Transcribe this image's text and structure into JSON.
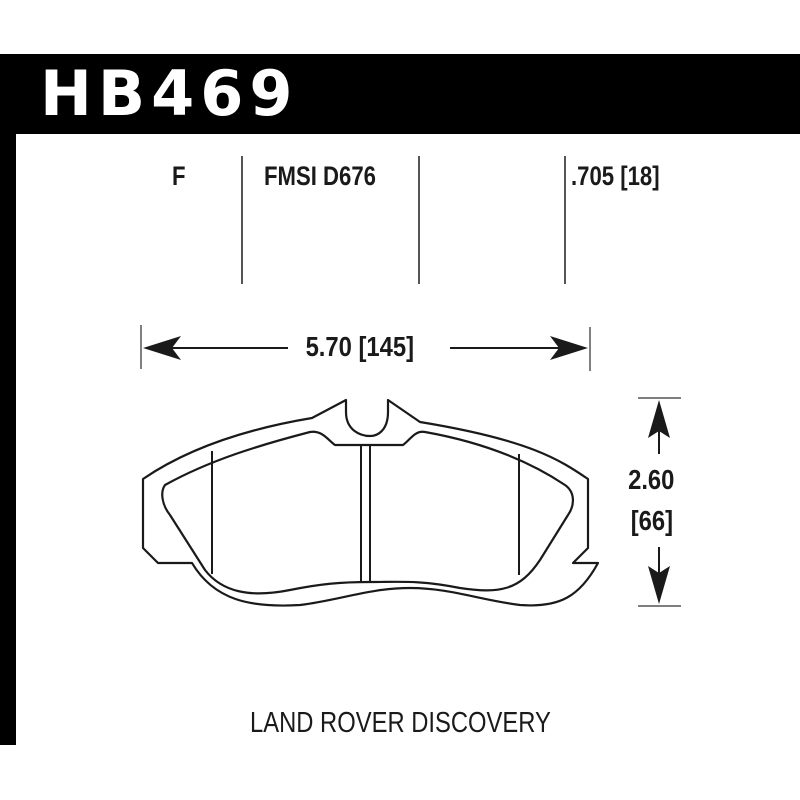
{
  "header": {
    "part_number": "HB469"
  },
  "specs": {
    "position": "F",
    "fmsi": "FMSI D676",
    "thickness": ".705 [18]"
  },
  "dimensions": {
    "width": "5.70 [145]",
    "height_in": "2.60",
    "height_mm": "[66]"
  },
  "vehicle": {
    "name": "LAND ROVER DISCOVERY"
  },
  "colors": {
    "header_bg": "#000000",
    "header_text": "#ffffff",
    "line": "#1a1a1a"
  }
}
